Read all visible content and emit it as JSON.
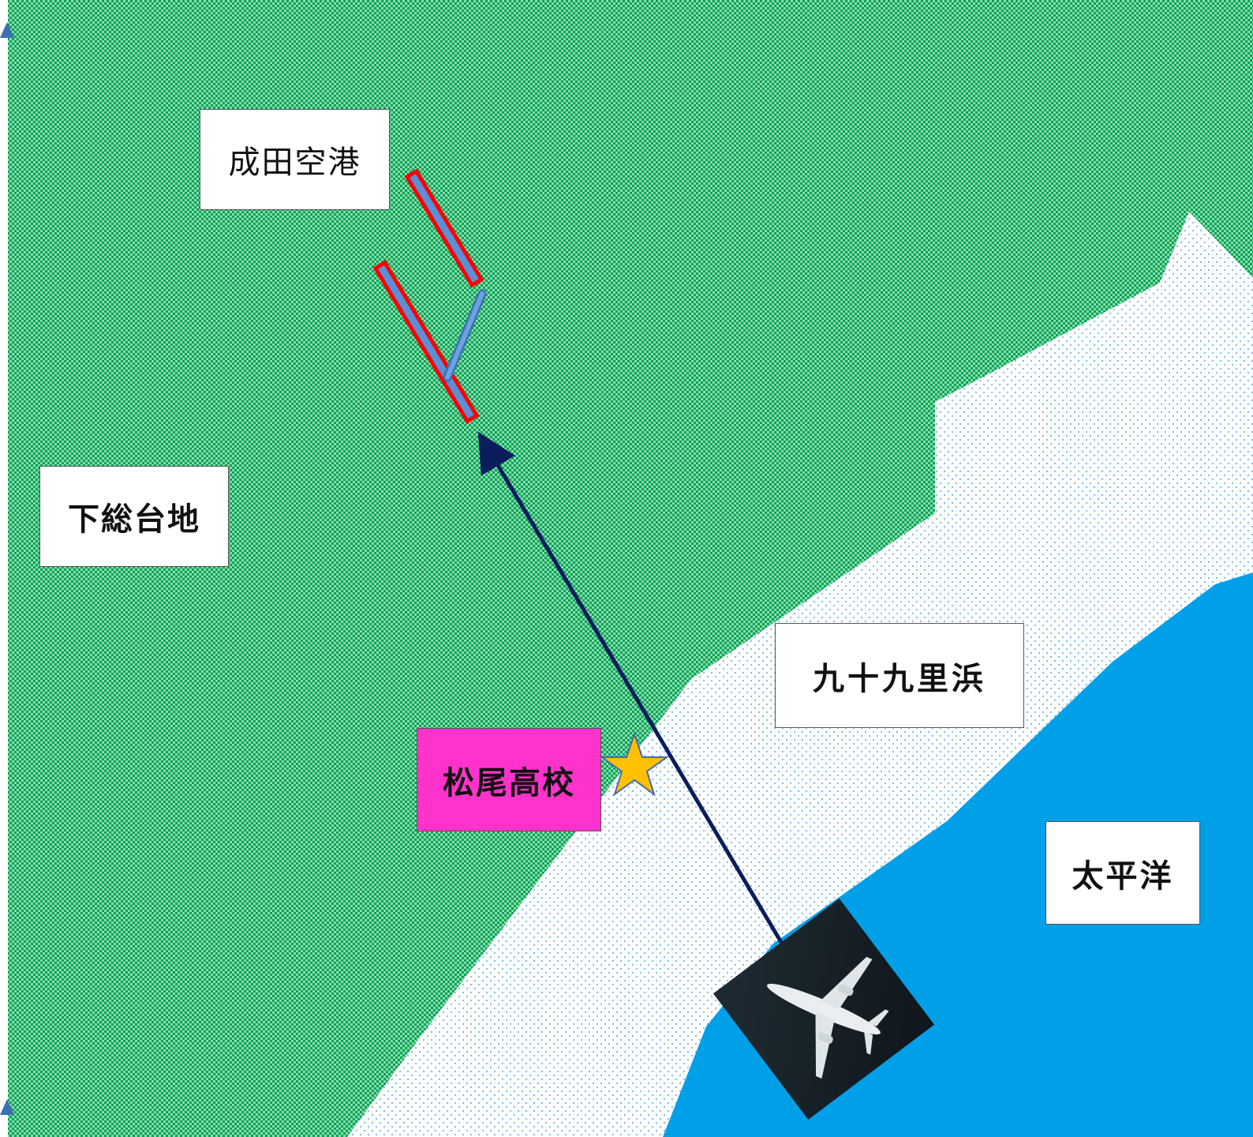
{
  "labels": {
    "narita_airport": "成田空港",
    "shimousa_plateau": "下総台地",
    "kujukuri_beach": "九十九里浜",
    "pacific_ocean": "太平洋",
    "matsuo_high_school": "松尾高校"
  },
  "colors": {
    "land": "#00a651",
    "beach": "#ffffff",
    "ocean": "#00a0e9",
    "runway_outline": "#ff0000",
    "runway_fill": "#5b8fd6",
    "flight_path": "#0b1d5c",
    "school_box": "#ff33cc",
    "star": "#ffc000"
  },
  "icons": {
    "school_marker": "star-icon",
    "aircraft": "airplane-photo"
  }
}
